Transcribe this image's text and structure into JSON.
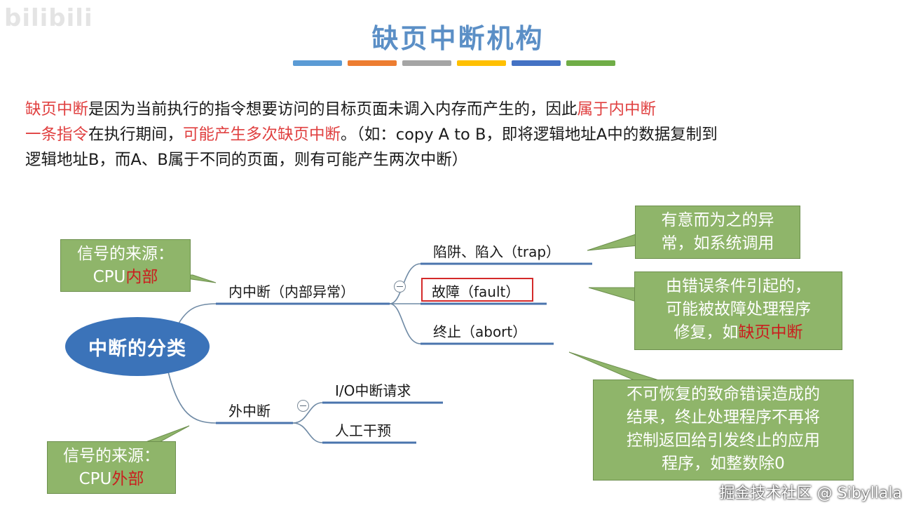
{
  "watermark_top": "bilibili",
  "title": "缺页中断机构",
  "title_bar_colors": [
    "#5b9bd5",
    "#ed7d31",
    "#a5a5a5",
    "#ffc000",
    "#4472c4",
    "#70ad47"
  ],
  "paragraph": {
    "l1_a": "缺页中断",
    "l1_b": "是因为当前执行的指令想要访问的目标页面未调入内存而产生的，因此",
    "l1_c": "属于内中断",
    "l2_a": "一条指令",
    "l2_b": "在执行期间，",
    "l2_c": "可能产生多次缺页中断",
    "l2_d": "。（如：copy A to B，即将逻辑地址A中的数据复制到",
    "l3": "逻辑地址B，而A、B属于不同的页面，则有可能产生两次中断）"
  },
  "diagram": {
    "center": "中断的分类",
    "internal": "内中断（内部异常）",
    "external": "外中断",
    "trap": "陷阱、陷入（trap）",
    "fault": "故障（fault）",
    "abort": "终止（abort）",
    "io": "I/O中断请求",
    "manual": "人工干预",
    "callout_internal_1": "信号的来源：",
    "callout_internal_2a": "CPU",
    "callout_internal_2b": "内部",
    "callout_external_1": "信号的来源：",
    "callout_external_2a": "CPU",
    "callout_external_2b": "外部",
    "callout_trap_1": "有意而为之的异",
    "callout_trap_2": "常，如系统调用",
    "callout_fault_1": "由错误条件引起的，",
    "callout_fault_2": "可能被故障处理程序",
    "callout_fault_3a": "修复，如",
    "callout_fault_3b": "缺页中断",
    "callout_abort_1": "不可恢复的致命错误造成的",
    "callout_abort_2": "结果，终止处理程序不再将",
    "callout_abort_3": "控制返回给引发终止的应用",
    "callout_abort_4": "程序，如整数除0"
  },
  "watermark_bottom": "掘金技术社区 @ Sibyllala"
}
